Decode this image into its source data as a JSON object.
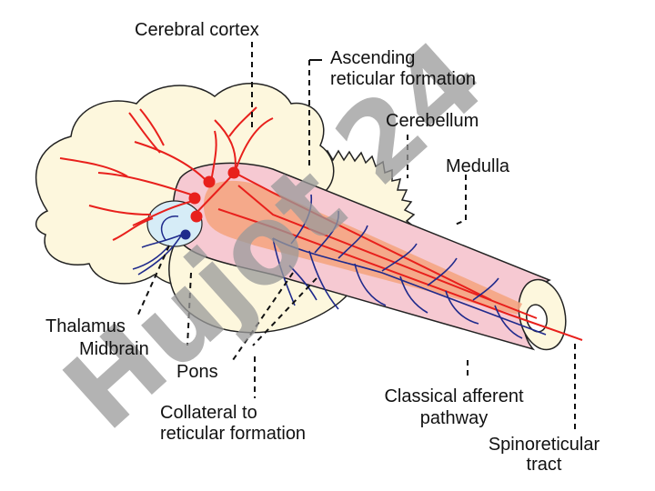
{
  "labels": {
    "cerebral_cortex": "Cerebral cortex",
    "ascending_line1": "Ascending",
    "ascending_line2": "reticular formation",
    "cerebellum": "Cerebellum",
    "medulla": "Medulla",
    "thalamus": "Thalamus",
    "midbrain": "Midbrain",
    "pons": "Pons",
    "collateral_line1": "Collateral to",
    "collateral_line2": "reticular formation",
    "classical_line1": "Classical afferent",
    "classical_line2": "pathway",
    "spinoreticular_line1": "Spinoreticular",
    "spinoreticular_line2": "tract"
  },
  "watermark": {
    "text": "Hujot 24"
  },
  "colors": {
    "cortex_fill": "#fdf7dd",
    "brainstem_fill": "#f6c9d2",
    "thalamus_fill": "#d6ecf7",
    "afferent_red": "#e8201c",
    "collateral_blue": "#1f2a8c",
    "watermark_purple": "#c8b9f2",
    "watermark_gray": "#9a9a9a"
  }
}
